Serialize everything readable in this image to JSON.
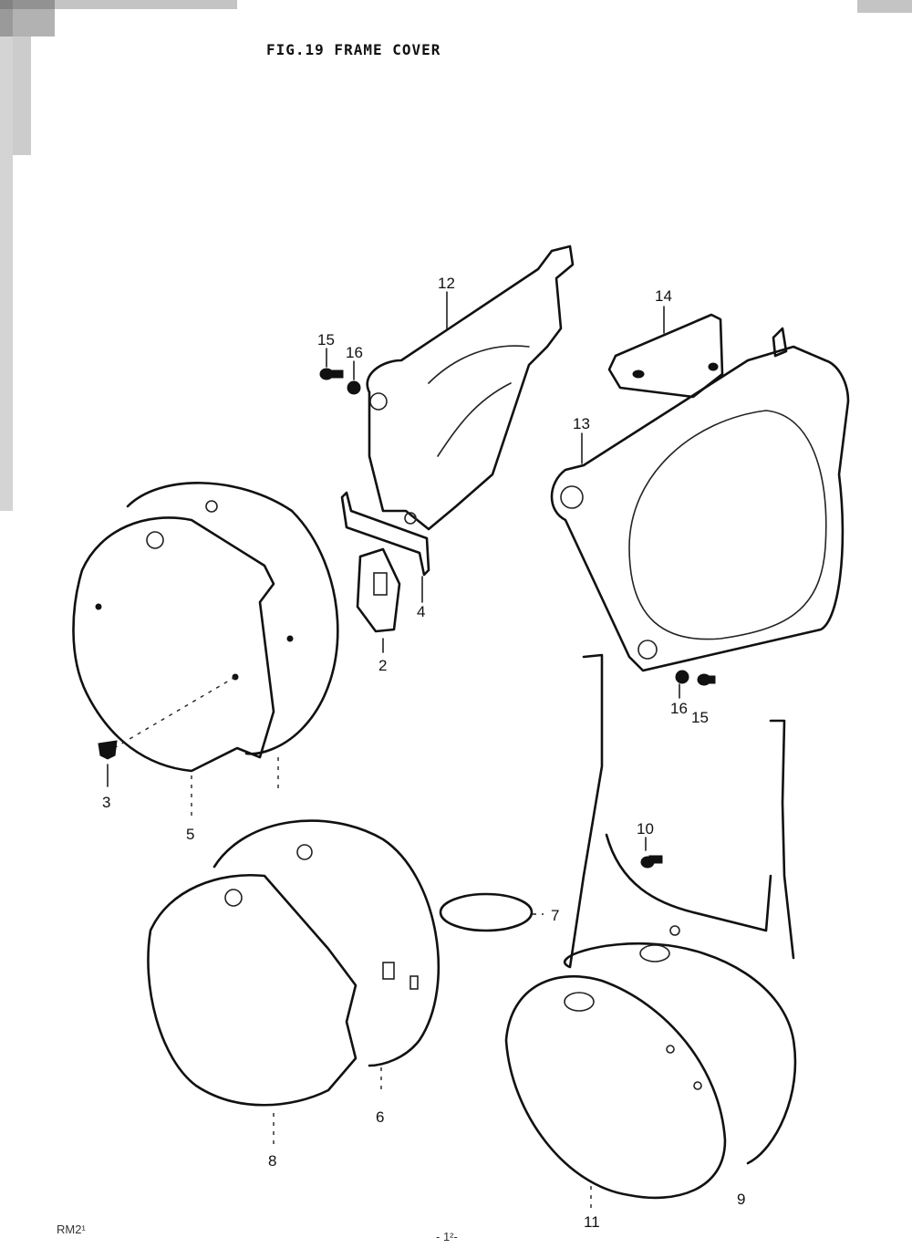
{
  "title": "FIG.19  FRAME COVER",
  "callouts": {
    "c2": "2",
    "c3": "3",
    "c4": "4",
    "c5": "5",
    "c6": "6",
    "c7": "7",
    "c8": "8",
    "c9": "9",
    "c10": "10",
    "c11": "11",
    "c12": "12",
    "c13": "13",
    "c14": "14",
    "c15a": "15",
    "c16a": "16",
    "c15b": "15",
    "c16b": "16"
  },
  "footer": {
    "left": "RM2¹",
    "center": "- 1²-"
  }
}
